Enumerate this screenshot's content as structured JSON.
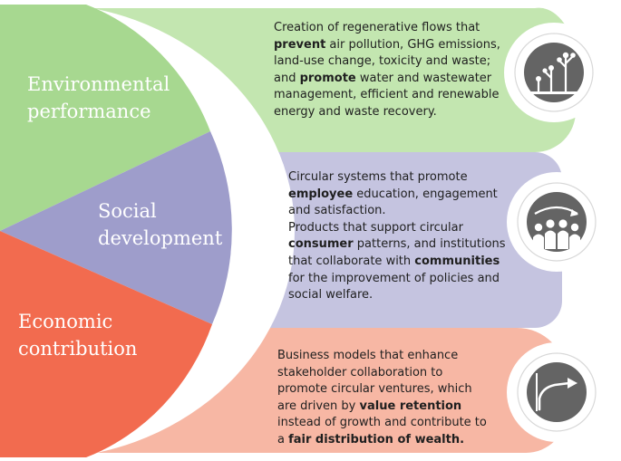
{
  "segments": [
    {
      "id": "environmental",
      "label_lines": [
        "Environmental",
        "performance"
      ],
      "color": "#a7d890",
      "panel_color": "#c3e6b0",
      "icon": "growing-plants-icon",
      "description_lines": [
        [
          {
            "t": "Creation of regenerative flows that"
          }
        ],
        [
          {
            "t": "prevent",
            "b": true
          },
          {
            "t": " air pollution, GHG emissions,"
          }
        ],
        [
          {
            "t": "land-use change, toxicity and waste;"
          }
        ],
        [
          {
            "t": "and "
          },
          {
            "t": "promote",
            "b": true
          },
          {
            "t": " water and wastewater"
          }
        ],
        [
          {
            "t": "management, efficient and renewable"
          }
        ],
        [
          {
            "t": "energy and waste recovery."
          }
        ]
      ]
    },
    {
      "id": "social",
      "label_lines": [
        "Social",
        "development"
      ],
      "color": "#9e9dcb",
      "panel_color": "#c5c4e0",
      "icon": "people-group-icon",
      "description_lines": [
        [
          {
            "t": "Circular systems that promote"
          }
        ],
        [
          {
            "t": "employee",
            "b": true
          },
          {
            "t": " education, engagement"
          }
        ],
        [
          {
            "t": "and satisfaction."
          }
        ],
        [
          {
            "t": "Products that support circular"
          }
        ],
        [
          {
            "t": "consumer",
            "b": true
          },
          {
            "t": " patterns, and institutions"
          }
        ],
        [
          {
            "t": "that collaborate with "
          },
          {
            "t": "communities",
            "b": true
          }
        ],
        [
          {
            "t": "for the improvement of policies and"
          }
        ],
        [
          {
            "t": "social welfare."
          }
        ]
      ]
    },
    {
      "id": "economic",
      "label_lines": [
        "Economic",
        "contribution"
      ],
      "color": "#f26b4f",
      "panel_color": "#f7b7a4",
      "icon": "growth-arrow-icon",
      "description_lines": [
        [
          {
            "t": "Business models that enhance"
          }
        ],
        [
          {
            "t": "stakeholder collaboration to"
          }
        ],
        [
          {
            "t": "promote circular ventures, which"
          }
        ],
        [
          {
            "t": "are driven by "
          },
          {
            "t": "value retention",
            "b": true
          }
        ],
        [
          {
            "t": "instead of growth and contribute to"
          }
        ],
        [
          {
            "t": "a "
          },
          {
            "t": "fair distribution of wealth.",
            "b": true
          }
        ]
      ]
    }
  ],
  "icon_fill": "#646464"
}
